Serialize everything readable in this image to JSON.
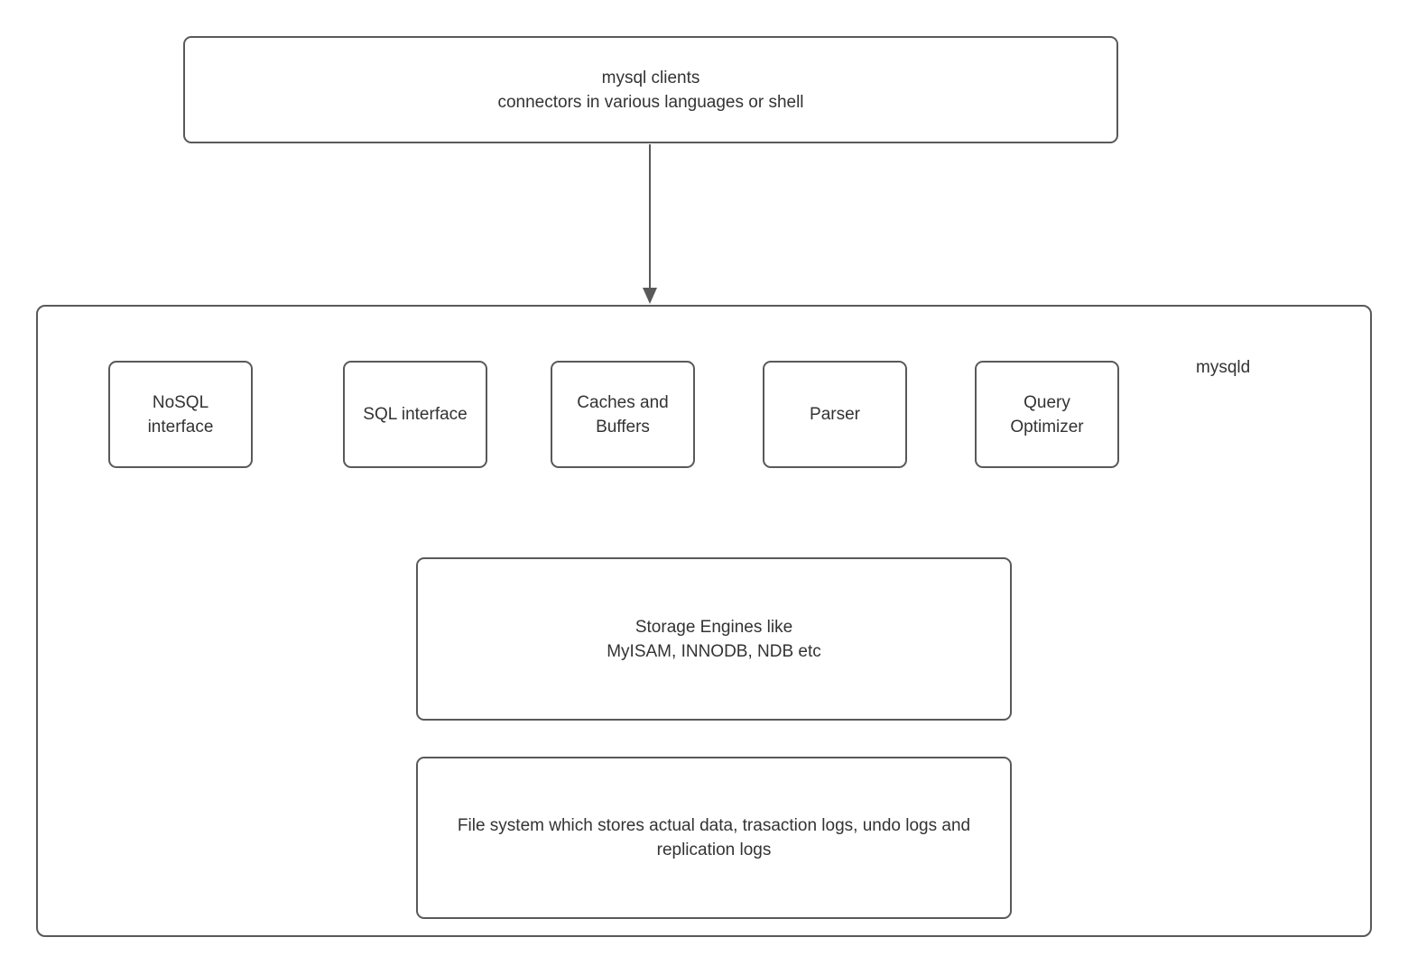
{
  "diagram": {
    "title_implicit": "MySQL architecture",
    "clients_box": {
      "label": "mysql clients\nconnectors in various languages or shell"
    },
    "mysqld": {
      "label": "mysqld",
      "components": [
        {
          "label": "NoSQL\ninterface"
        },
        {
          "label": "SQL interface"
        },
        {
          "label": "Caches and\nBuffers"
        },
        {
          "label": "Parser"
        },
        {
          "label": "Query\nOptimizer"
        }
      ],
      "storage_box": {
        "label": "Storage Engines like\nMyISAM, INNODB, NDB etc"
      },
      "filesystem_box": {
        "label": "File system which stores actual data, trasaction logs, undo logs and replication logs"
      }
    },
    "colors": {
      "border": "#595959",
      "text": "#333333",
      "background": "#ffffff",
      "arrow": "#595959"
    }
  }
}
